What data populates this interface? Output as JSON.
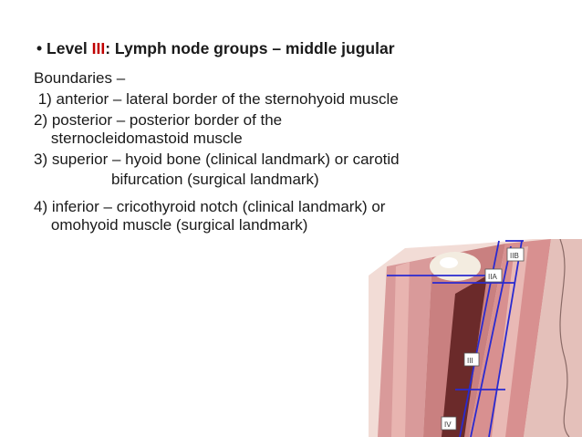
{
  "heading": {
    "bullet": "•",
    "prefix": "Level ",
    "level": "III",
    "suffix": ": Lymph node groups – middle jugular"
  },
  "boundaries_title": "Boundaries –",
  "items": [
    " 1) anterior – lateral border of the sternohyoid muscle",
    "2) posterior – posterior border of the",
    "    sternocleidomastoid muscle",
    "3) superior – hyoid bone (clinical landmark) or carotid",
    "                  bifurcation (surgical landmark)",
    "4) inferior – cricothyroid notch (clinical landmark) or",
    "    omohyoid muscle (surgical landmark)"
  ],
  "figure_labels": {
    "iib": "IIB",
    "iia": "IIA",
    "iii": "III",
    "iv": "IV"
  },
  "colors": {
    "level_accent": "#c00000",
    "boundary_lines": "#2a2ad0"
  }
}
